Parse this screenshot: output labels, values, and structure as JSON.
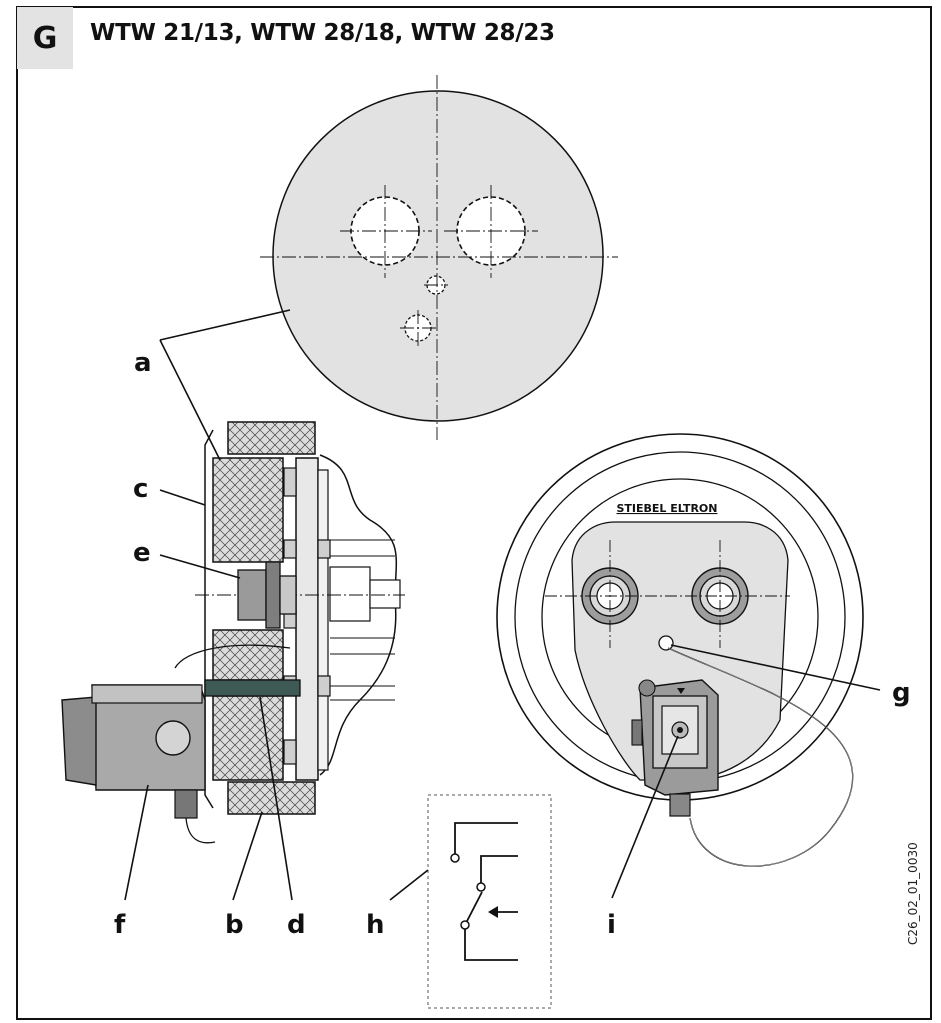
{
  "figure": {
    "tag": "G",
    "title": "WTW 21/13, WTW 28/18, WTW 28/23",
    "brand_plate": "STIEBEL ELTRON",
    "drawing_code": "C26_02_01_0030"
  },
  "labels": {
    "a": "a",
    "b": "b",
    "c": "c",
    "d": "d",
    "e": "e",
    "f": "f",
    "g": "g",
    "h": "h",
    "i": "i"
  },
  "colors": {
    "line": "#111111",
    "fill_light": "#e2e2e2",
    "fill_mid": "#c9c9c9",
    "fill_dark": "#8c8c8c",
    "fill_teal": "#3f5a55"
  }
}
